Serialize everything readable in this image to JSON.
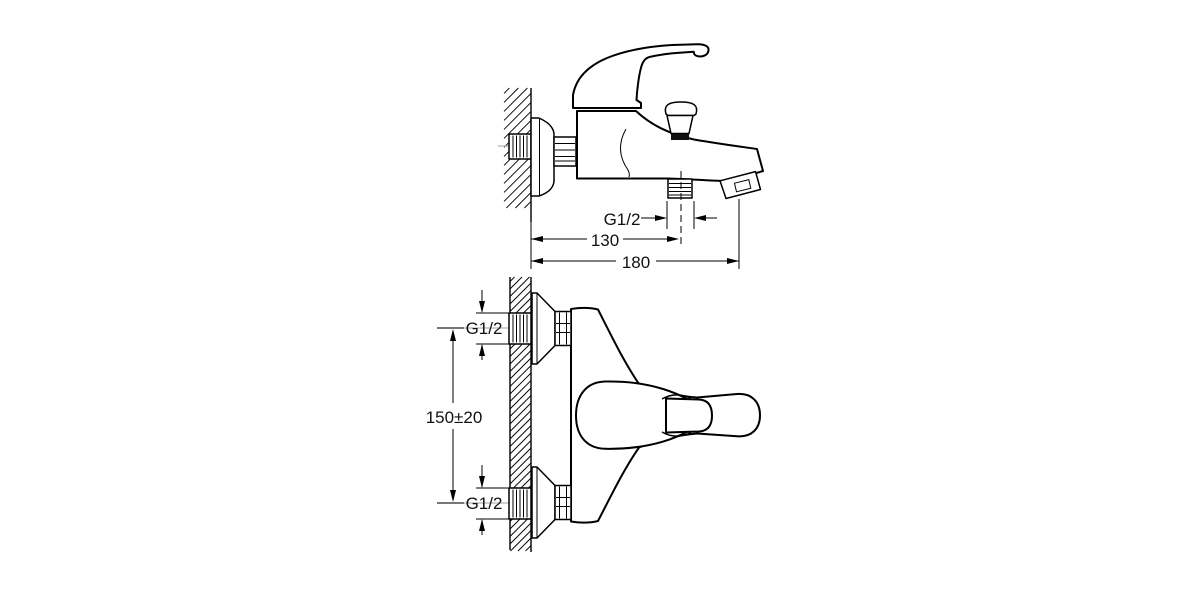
{
  "drawing": {
    "description": "Technical dimension drawing of a wall-mounted single-lever bath shower mixer, side view and plan view",
    "colors": {
      "line": "#000000",
      "centerline": "#b3b3b3",
      "background": "#ffffff",
      "text": "#111111"
    },
    "side_view": {
      "thread_label": "G1/2",
      "spout_center_dim": "130",
      "overall_dim": "180"
    },
    "plan_view": {
      "top_thread_label": "G1/2",
      "centers_dim": "150±20",
      "bottom_thread_label": "G1/2"
    }
  }
}
